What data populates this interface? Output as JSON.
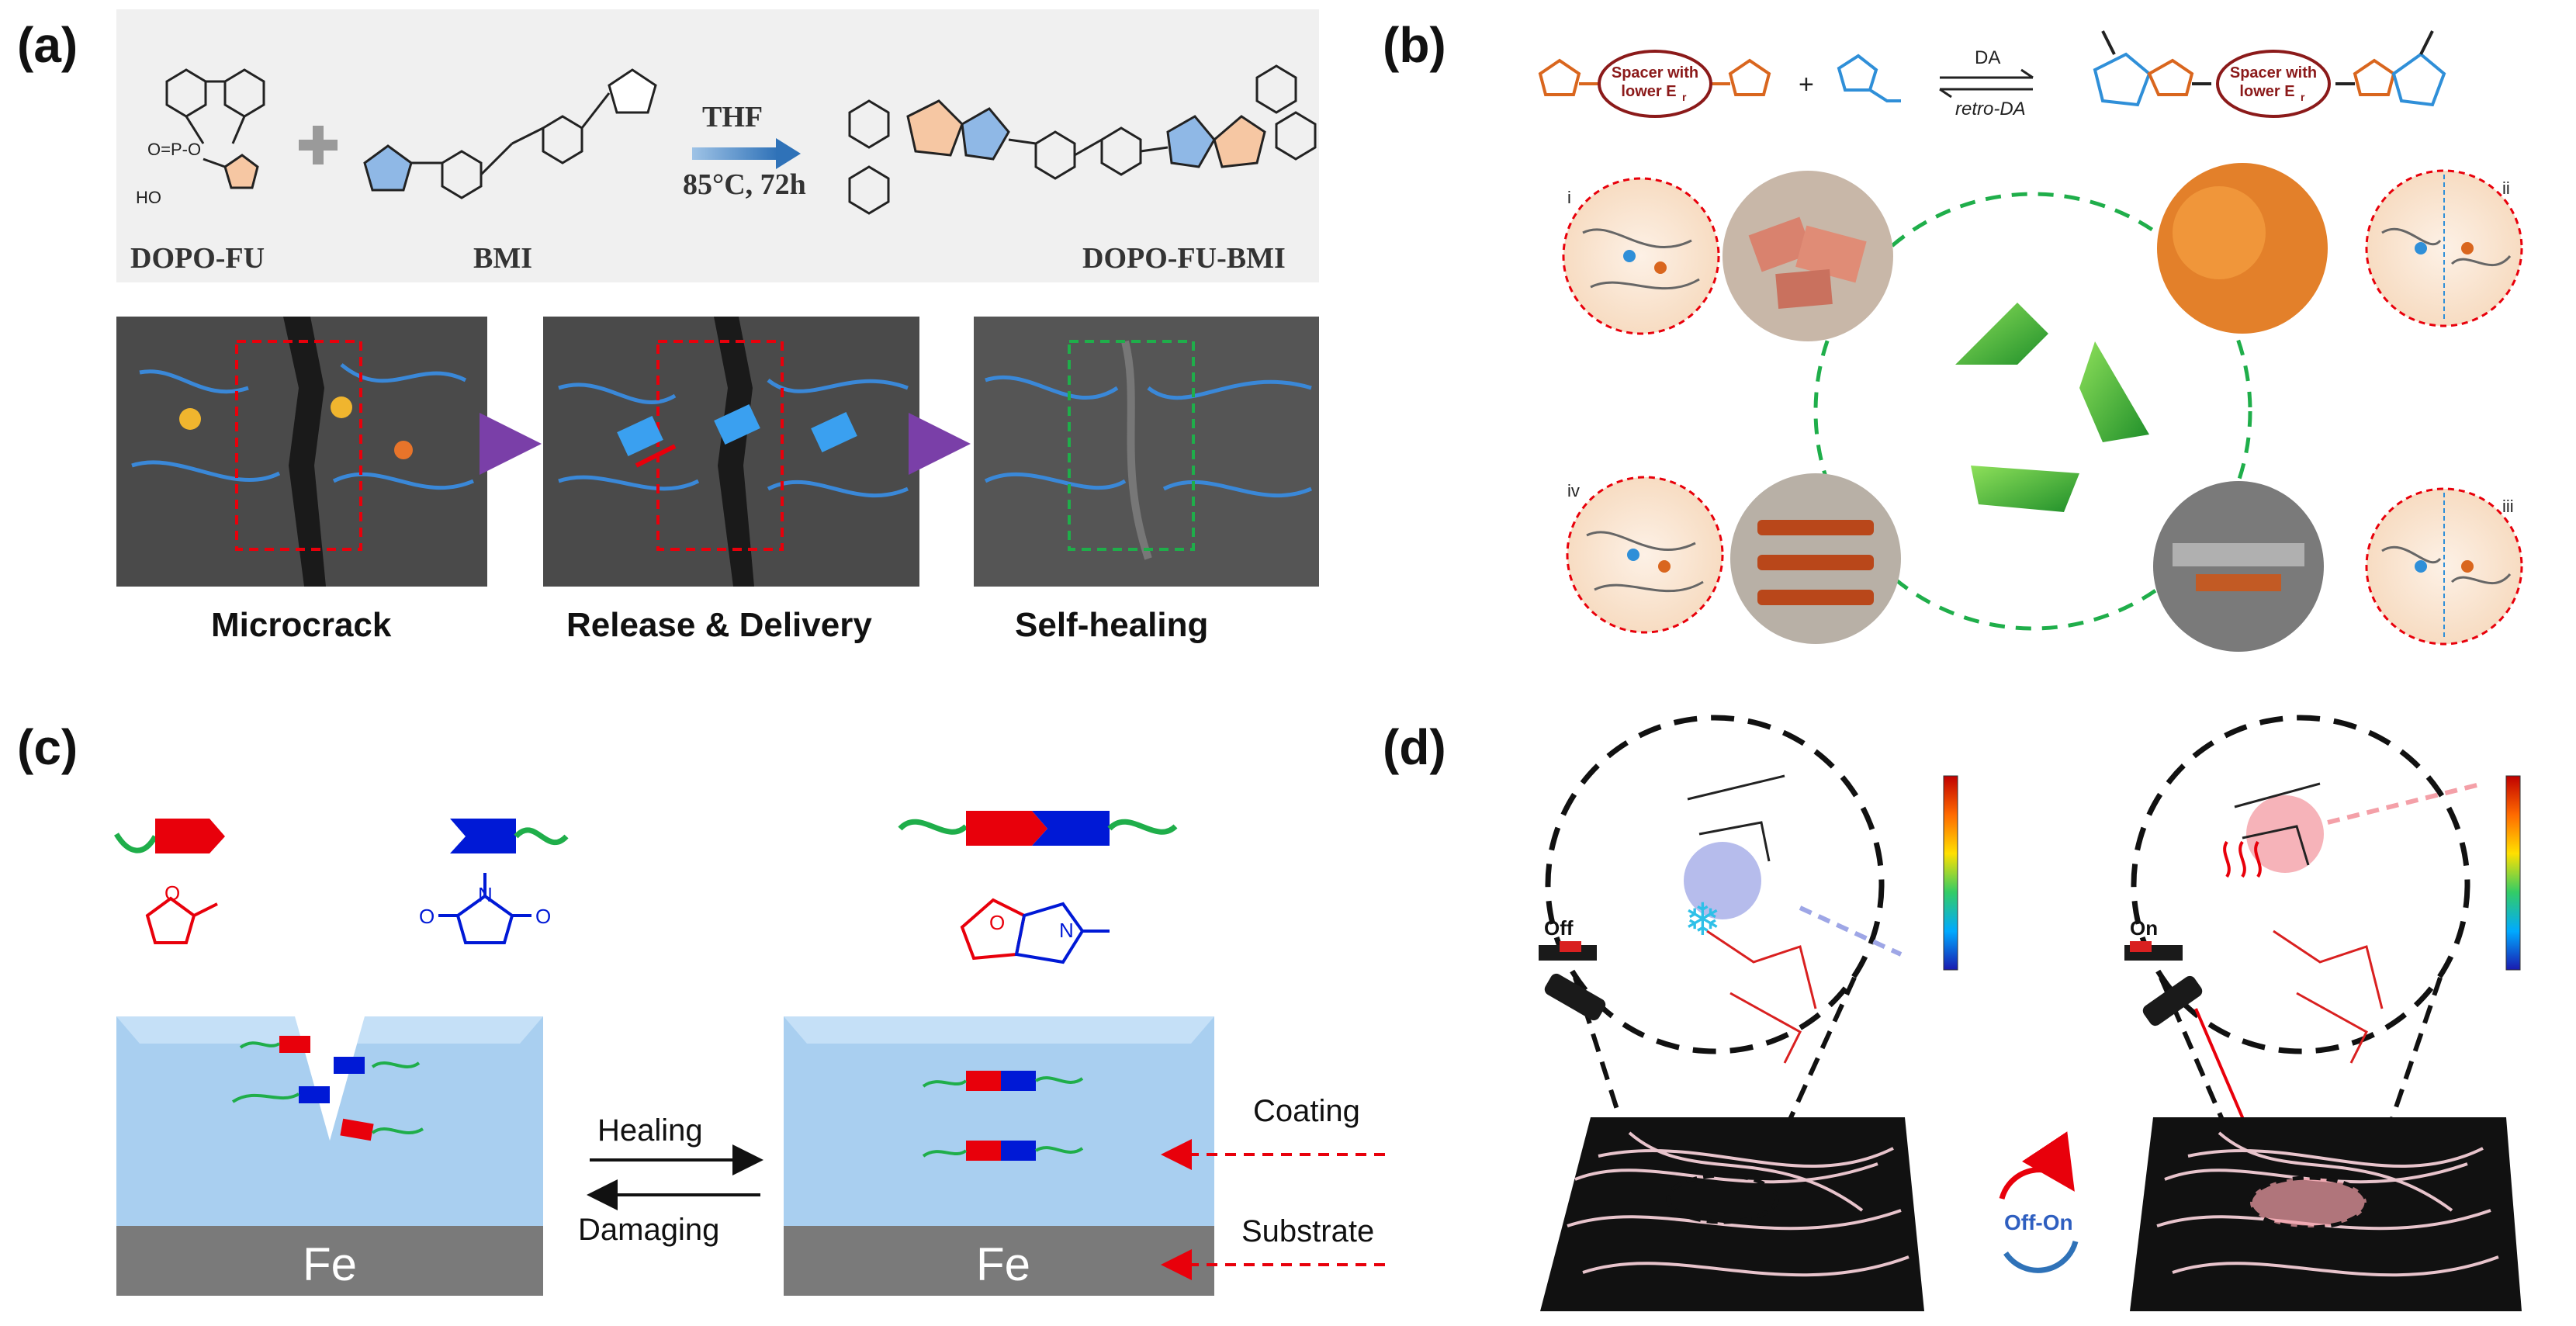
{
  "panels": {
    "a": {
      "label": "(a)",
      "compound1": "DOPO-FU",
      "compound2": "BMI",
      "product": "DOPO-FU-BMI",
      "solvent": "THF",
      "conditions": "85°C, 72h",
      "stages": [
        "Microcrack",
        "Release & Delivery",
        "Self-healing"
      ]
    },
    "b": {
      "label": "(b)",
      "spacer_text_line1": "Spacer with",
      "spacer_text_line2": "lower E",
      "spacer_sub": "r",
      "forward": "DA",
      "reverse": "retro-DA",
      "steps": [
        "i",
        "ii",
        "iii",
        "iv"
      ]
    },
    "c": {
      "label": "(c)",
      "healing": "Healing",
      "damaging": "Damaging",
      "coating": "Coating",
      "substrate": "Substrate",
      "fe": "Fe"
    },
    "d": {
      "label": "(d)",
      "off": "Off",
      "on": "On",
      "off_on": "Off-On"
    }
  },
  "colors": {
    "furan": "#e8000b",
    "maleimide": "#0019d6",
    "chain": "#1fae4a",
    "coating": "#a9cff0",
    "substrate": "#7a7a7a",
    "orange": "#d9661e"
  }
}
